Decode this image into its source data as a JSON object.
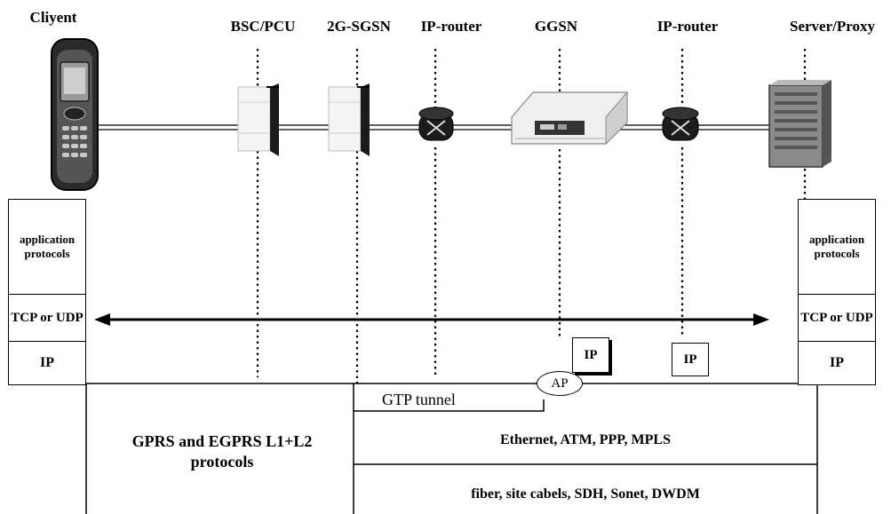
{
  "nodes": {
    "client": "Cliyent",
    "bsc": "BSC/PCU",
    "sgsn": "2G-SGSN",
    "router1": "IP-router",
    "ggsn": "GGSN",
    "router2": "IP-router",
    "server": "Server/Proxy"
  },
  "left_stack": {
    "application": "application protocols",
    "transport": "TCP or UDP",
    "ip": "IP"
  },
  "right_stack": {
    "application": "application protocols",
    "transport": "TCP or UDP",
    "ip": "IP"
  },
  "ip_box_ggsn": "IP",
  "ip_box_router": "IP",
  "ap_label": "AP",
  "gtp_tunnel": "GTP tunnel",
  "gprs_layers": "GPRS and EGPRS L1+L2 protocols",
  "l2_protocols": "Ethernet, ATM, PPP, MPLS",
  "l1_media": "fiber, site cabels, SDH, Sonet, DWDM",
  "icons": [
    "mobile-phone-icon",
    "bsc-cabinet-icon",
    "sgsn-cabinet-icon",
    "router-icon",
    "ggsn-chassis-icon",
    "router-icon",
    "server-tower-icon"
  ]
}
